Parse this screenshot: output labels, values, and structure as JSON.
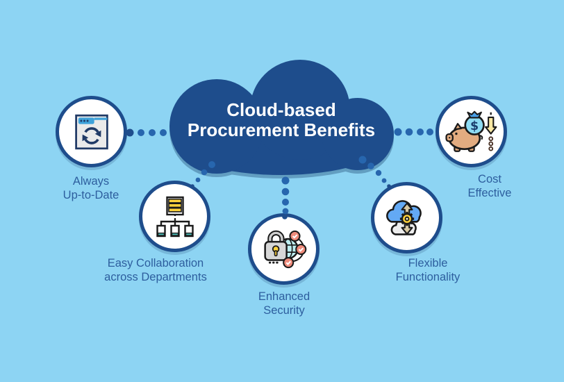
{
  "title": "Cloud-based\nProcurement Benefits",
  "benefits": [
    {
      "label": "Always\nUp-to-Date",
      "icon": "browser-refresh-icon"
    },
    {
      "label": "Easy Collaboration\nacross Departments",
      "icon": "department-network-icon"
    },
    {
      "label": "Enhanced\nSecurity",
      "icon": "lock-globe-security-icon"
    },
    {
      "label": "Flexible\nFunctionality",
      "icon": "cloud-sync-gear-icon"
    },
    {
      "label": "Cost\nEffective",
      "icon": "piggy-bank-savings-icon"
    }
  ],
  "colors": {
    "background": "#8dd4f3",
    "cloud": "#1e4d8c",
    "circle_border": "#1e4d8c",
    "circle_fill": "#ffffff",
    "connector_dot": "#2766ae",
    "label_text": "#2d5e9e",
    "title_text": "#ffffff",
    "accent_yellow": "#ffd23c",
    "accent_teal": "#49b9b4",
    "accent_blue": "#3ea2da",
    "accent_salmon": "#ef8b7b"
  }
}
